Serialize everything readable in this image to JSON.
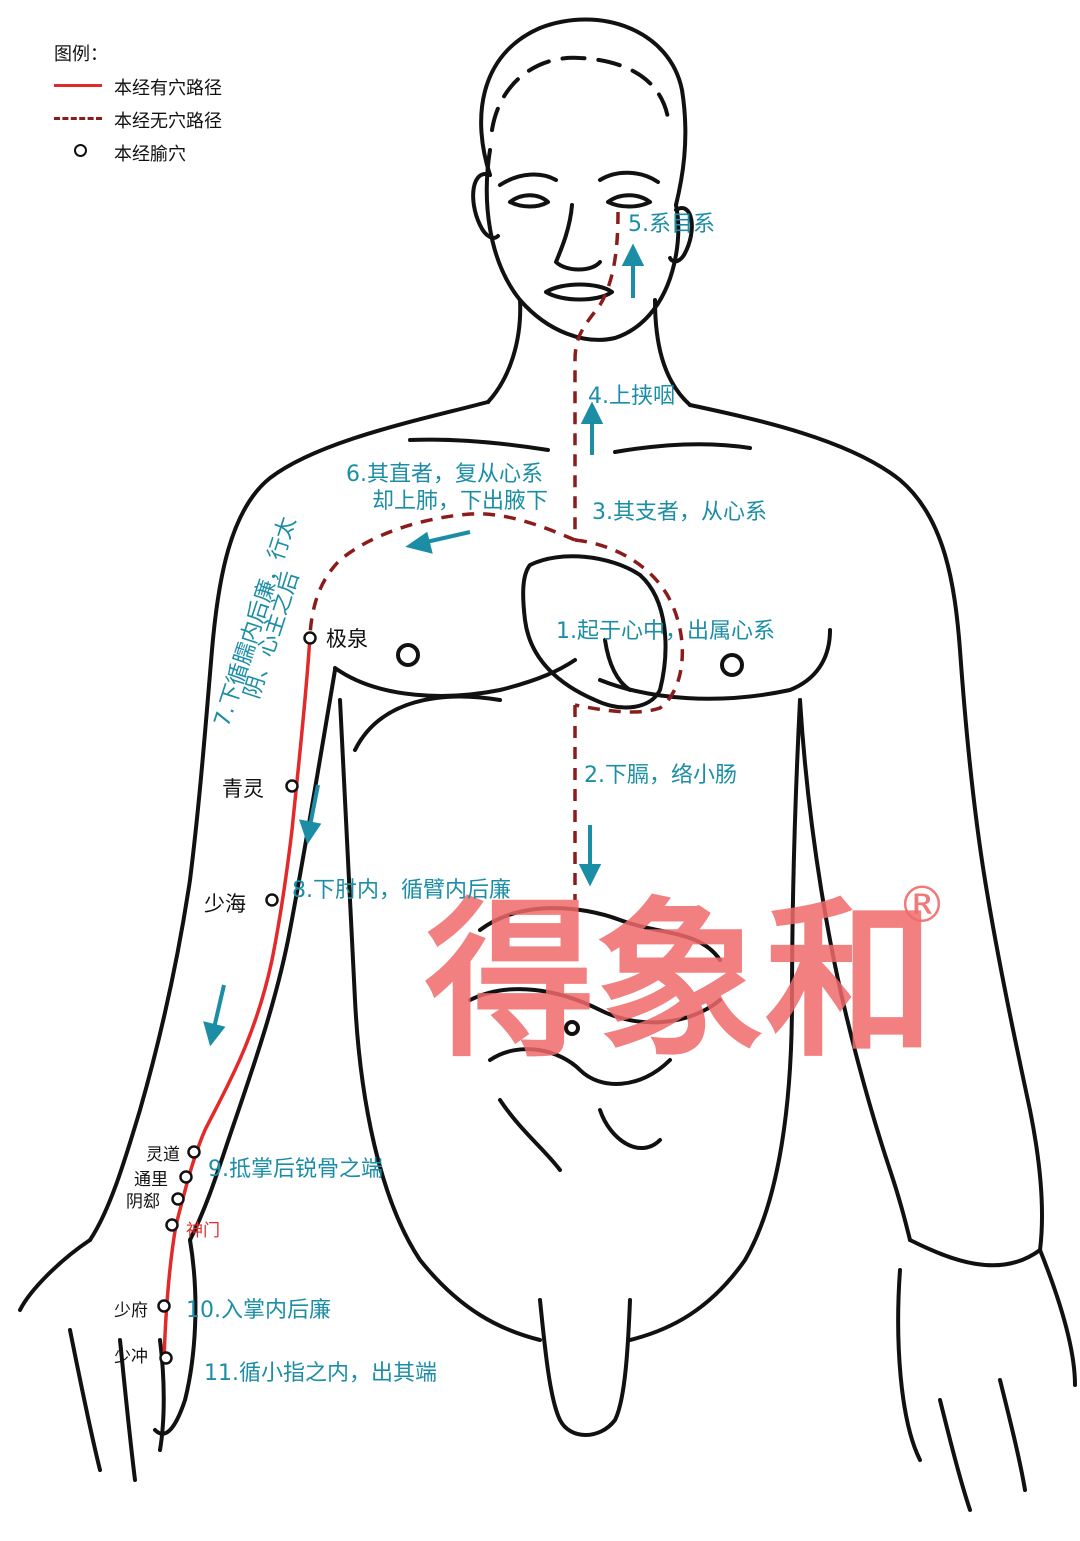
{
  "legend": {
    "title": "图例：",
    "solid": "本经有穴路径",
    "dashed": "本经无穴路径",
    "dot": "本经腧穴"
  },
  "colors": {
    "meridian_solid": "#e32a2a",
    "meridian_dashed": "#8b1c1c",
    "step_text": "#1b8ea6",
    "watermark": "#f06a6a"
  },
  "steps": {
    "s1": "1.起于心中，出属心系",
    "s2": "2.下膈，络小肠",
    "s3": "3.其支者，从心系",
    "s4": "4.上挟咽",
    "s5": "5.系目系",
    "s6a": "6.其直者，复从心系",
    "s6b": "却上肺，下出腋下",
    "s7a": "7.下循臑内后廉，行太",
    "s7b": "阴、心主之后",
    "s8": "8.下肘内，循臂内后廉",
    "s9": "9.抵掌后锐骨之端",
    "s10": "10.入掌内后廉",
    "s11": "11.循小指之内，出其端"
  },
  "points": {
    "jiquan": "极泉",
    "qingling": "青灵",
    "shaohai": "少海",
    "lingdao": "灵道",
    "tongli": "通里",
    "yinxi": "阴郄",
    "shenmen": "神门",
    "shaofu": "少府",
    "shaochong": "少冲"
  },
  "watermark": {
    "text": "得象和",
    "mark": "®"
  }
}
